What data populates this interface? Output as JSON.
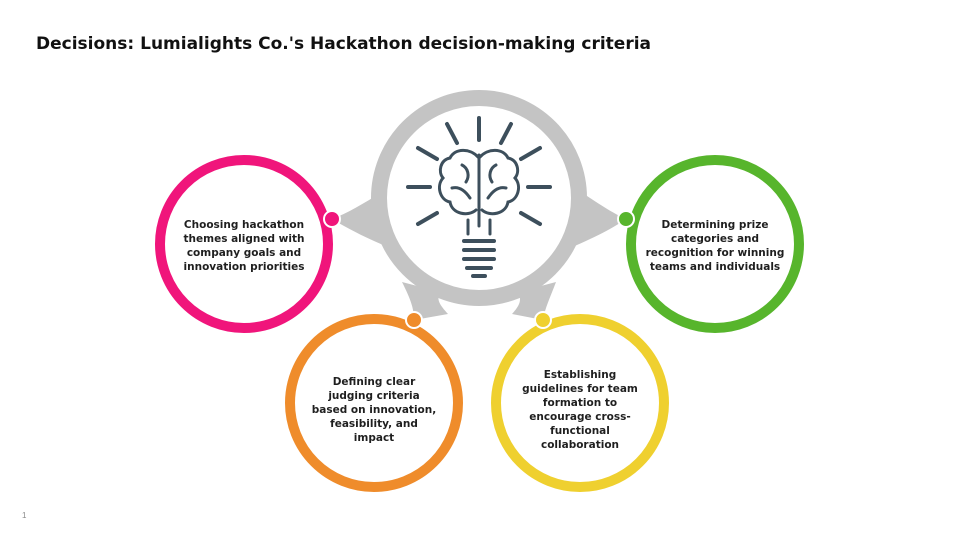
{
  "slide": {
    "title": "Decisions: Lumialights Co.'s Hackathon decision-making criteria",
    "number": "1"
  },
  "diagram": {
    "center_icon": "brain-lightbulb-icon",
    "center_ring_color": "#c4c4c4",
    "icon_color": "#3d4f5c",
    "items": [
      {
        "id": "themes",
        "text": "Choosing hackathon themes aligned with company goals and innovation priorities",
        "color": "#f0157b"
      },
      {
        "id": "judging",
        "text": "Defining clear judging criteria based on innovation, feasibility, and impact",
        "color": "#ef8c2b"
      },
      {
        "id": "teams",
        "text": "Establishing guidelines for team formation to encourage cross-functional collaboration",
        "color": "#efd02f"
      },
      {
        "id": "prizes",
        "text": "Determining prize categories and recognition for winning teams and individuals",
        "color": "#57b52c"
      }
    ]
  }
}
